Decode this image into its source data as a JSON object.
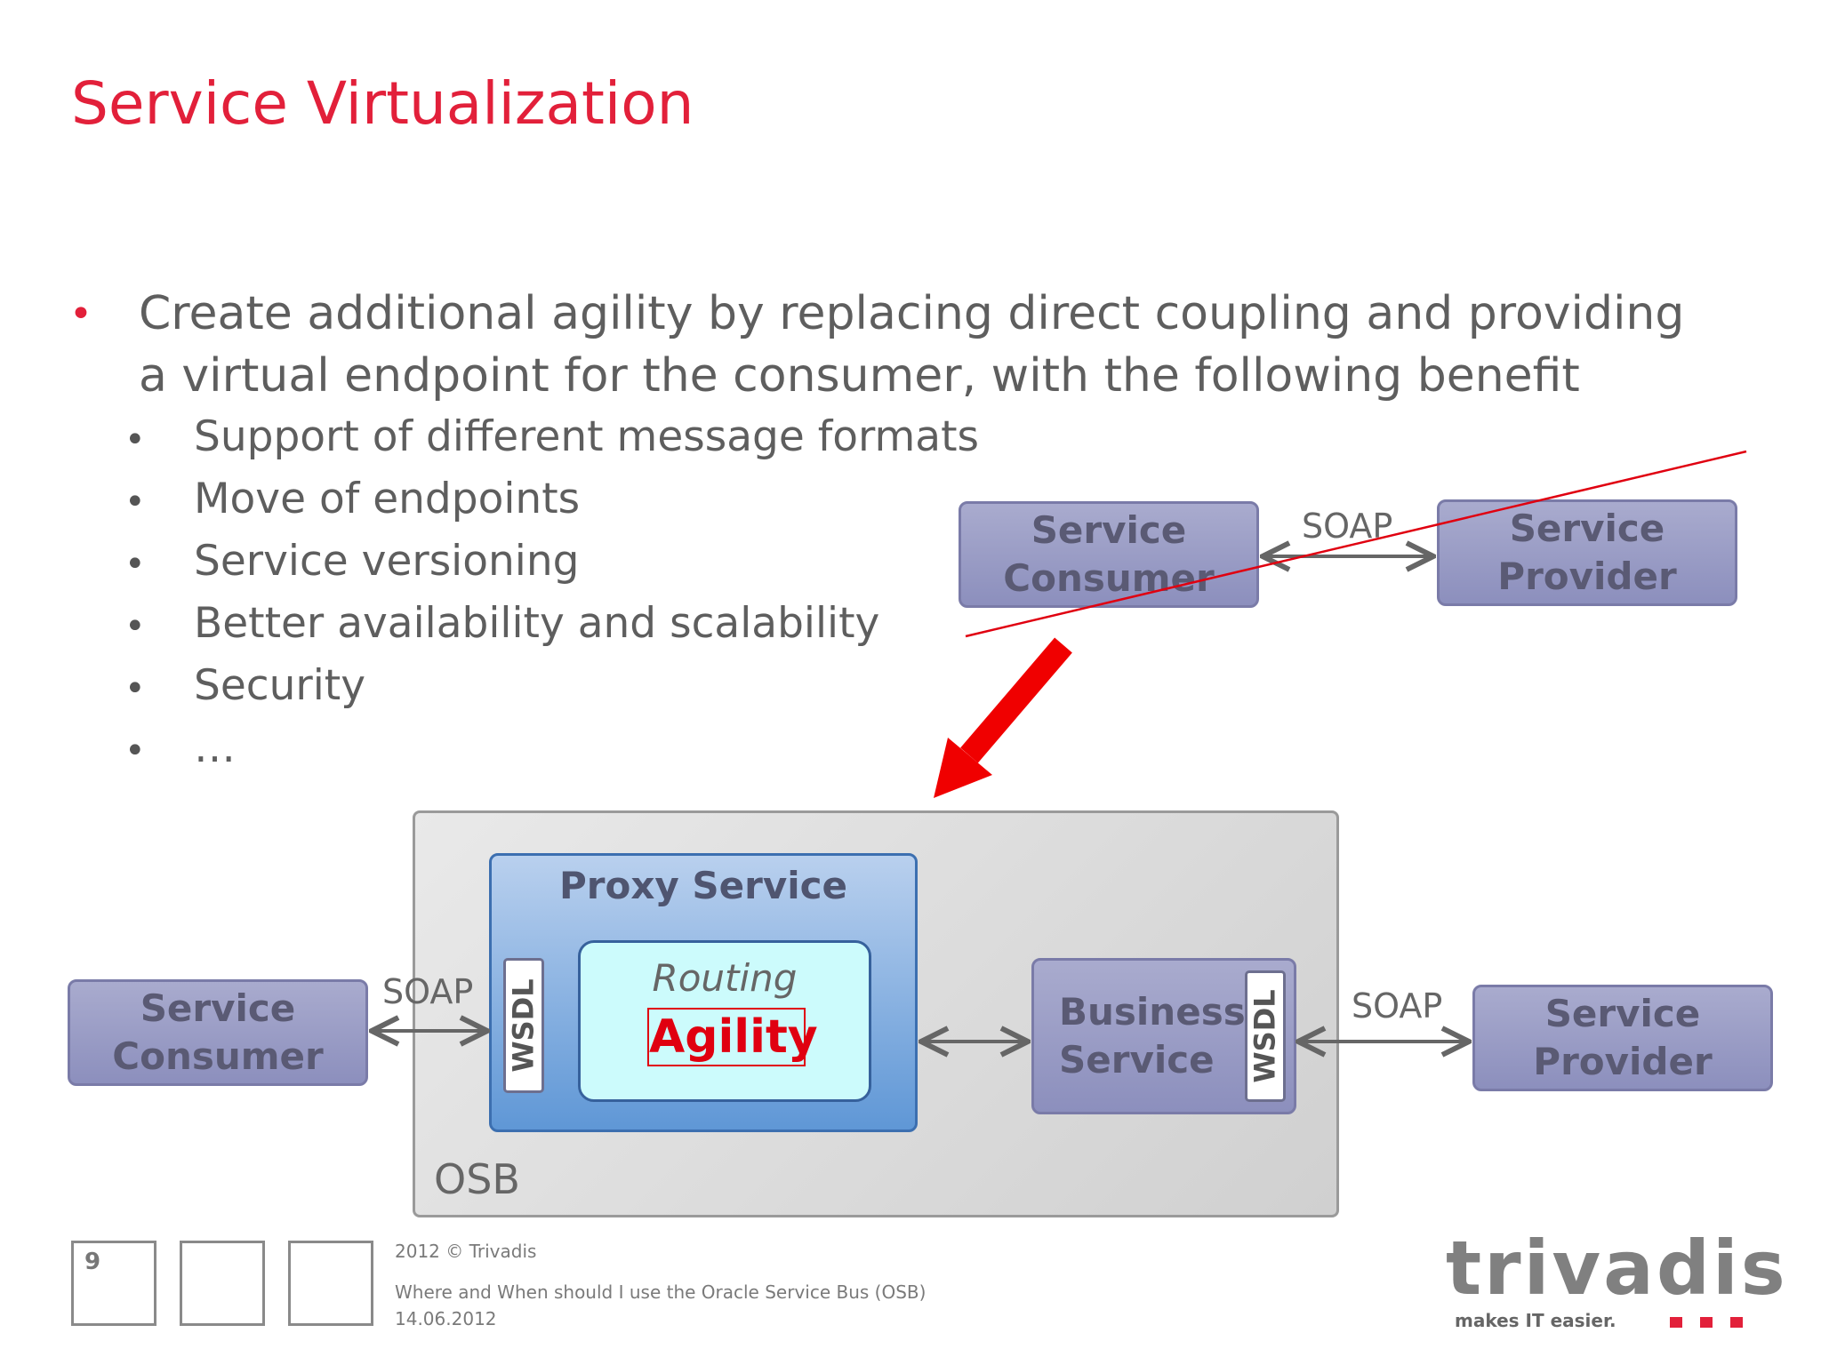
{
  "slide": {
    "title": "Service Virtualization",
    "bullet_marker": "•",
    "main_bullet": "Create additional agility by replacing direct coupling and providing a virtual endpoint for the consumer, with the following benefit",
    "sub_bullets": [
      "Support of different message formats",
      "Move of endpoints",
      "Service versioning",
      "Better availability and scalability",
      "Security",
      "…"
    ]
  },
  "diagram_top": {
    "consumer": "Service Consumer",
    "provider": "Service Provider",
    "protocol": "SOAP"
  },
  "diagram_bottom": {
    "consumer": "Service Consumer",
    "protocol_left": "SOAP",
    "proxy_title": "Proxy Service",
    "wsdl": "WSDL",
    "routing": "Routing",
    "agility": "Agility",
    "business_service": "Business Service",
    "protocol_right": "SOAP",
    "provider": "Service Provider",
    "osb": "OSB"
  },
  "footer": {
    "page_number": "9",
    "copyright": "2012 © Trivadis",
    "presentation_title": "Where and When should I use the Oracle Service Bus (OSB)",
    "date": "14.06.2012"
  },
  "logo": {
    "name": "trivadis",
    "tagline": "makes IT easier."
  },
  "colors": {
    "accent": "#e2203a",
    "box": "#8c8fbd",
    "proxy": "#5f97d6",
    "routing": "#ccfbfc"
  }
}
